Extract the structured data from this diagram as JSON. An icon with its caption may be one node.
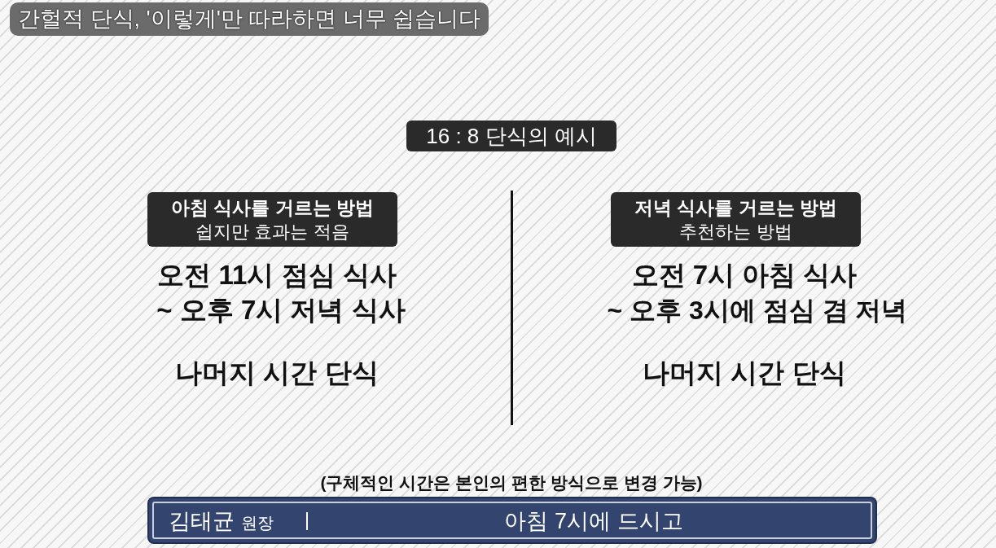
{
  "diagram": {
    "title": "간헐적 단식, '이렇게'만 따라하면 너무 쉽습니다",
    "nodes": [
      {
        "text": [
          "16 : 8 단식의 예시"
        ]
      },
      {
        "text": [
          "아침 식사를 거르는 방법",
          "쉽지만 효과는 적음"
        ]
      },
      {
        "text": [
          "저녁 식사를 거르는 방법",
          "추천하는 방법"
        ]
      },
      {
        "text": [
          "김태균",
          "원장",
          "아침 7시에 드시고"
        ]
      }
    ],
    "labels": [
      "오전 11시 점심 식사",
      "~ 오후 7시 저녁 식사",
      "나머지 시간 단식",
      "오전 7시 아침 식사",
      "~ 오후 3시에 점심 겸 저녁",
      "나머지 시간 단식",
      "(구체적인 시간은 본인의 편한 방식으로 변경 가능)"
    ]
  }
}
